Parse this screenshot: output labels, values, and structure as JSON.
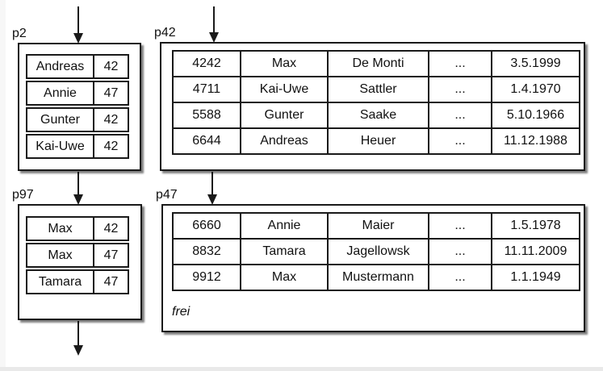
{
  "diagram": {
    "colors": {
      "ink": "#1a1a1a",
      "background": "#ffffff",
      "edge_strip": "#e9e9e9"
    },
    "pages": [
      {
        "label": "p2",
        "rows": [
          [
            "Andreas",
            "42"
          ],
          [
            "Annie",
            "47"
          ],
          [
            "Gunter",
            "42"
          ],
          [
            "Kai-Uwe",
            "42"
          ]
        ]
      },
      {
        "label": "p42",
        "rows": [
          [
            "4242",
            "Max",
            "De Monti",
            "...",
            "3.5.1999"
          ],
          [
            "4711",
            "Kai-Uwe",
            "Sattler",
            "...",
            "1.4.1970"
          ],
          [
            "5588",
            "Gunter",
            "Saake",
            "...",
            "5.10.1966"
          ],
          [
            "6644",
            "Andreas",
            "Heuer",
            "...",
            "11.12.1988"
          ]
        ]
      },
      {
        "label": "p97",
        "rows": [
          [
            "Max",
            "42"
          ],
          [
            "Max",
            "47"
          ],
          [
            "Tamara",
            "47"
          ]
        ]
      },
      {
        "label": "p47",
        "rows": [
          [
            "6660",
            "Annie",
            "Maier",
            "...",
            "1.5.1978"
          ],
          [
            "8832",
            "Tamara",
            "Jagellowsk",
            "...",
            "11.11.2009"
          ],
          [
            "9912",
            "Max",
            "Mustermann",
            "...",
            "1.1.1949"
          ]
        ],
        "free_label": "frei"
      }
    ]
  }
}
